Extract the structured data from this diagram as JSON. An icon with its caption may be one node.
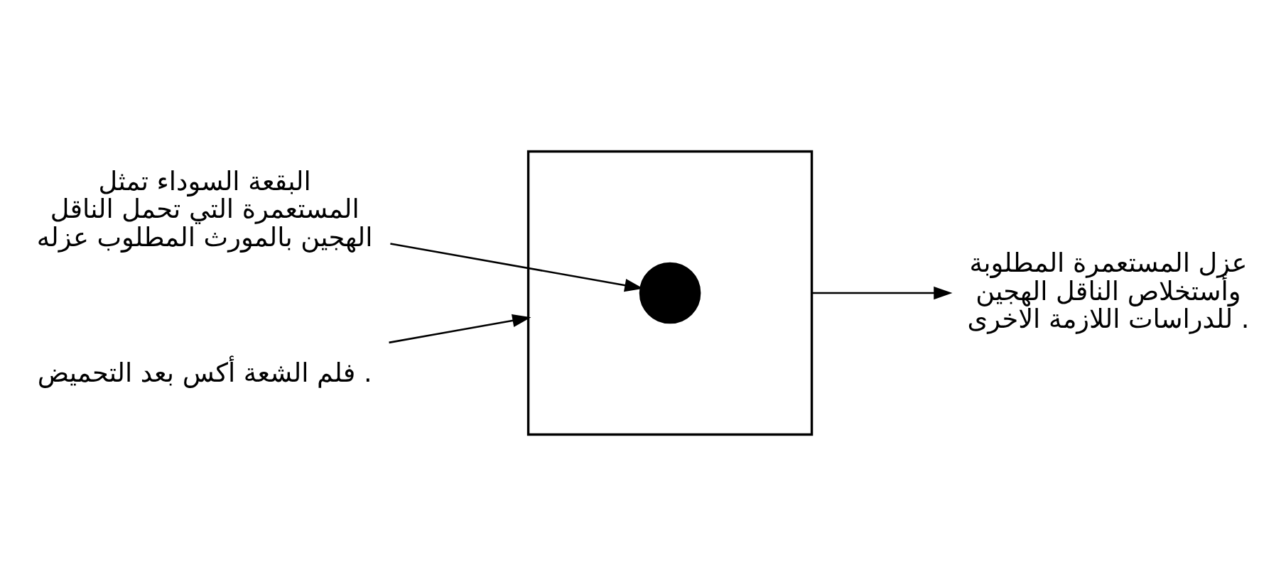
{
  "diagram": {
    "nodes": [
      {
        "text": [],
        "shape": "box"
      },
      {
        "text": [],
        "shape": "circle",
        "in": 0
      },
      {
        "text": [
          "البقعة السوداء تمثل المستعمرة التي تحمل الناقل الهجين بالمورث المطلوب عزله"
        ]
      },
      {
        "text": [
          "فلم الشعة أكس بعد التحميض ."
        ]
      },
      {
        "text": [
          "عزل المستعمرة المطلوبة وأستخلاص الناقل الهجين للدراسات اللازمة الاخرى ."
        ]
      }
    ],
    "edges": [
      {
        "from": 2,
        "to": 1,
        "arrow": "to"
      },
      {
        "from": 3,
        "to": 0,
        "arrow": "to"
      },
      {
        "from": 0,
        "to": 4,
        "arrow": "to"
      }
    ]
  }
}
